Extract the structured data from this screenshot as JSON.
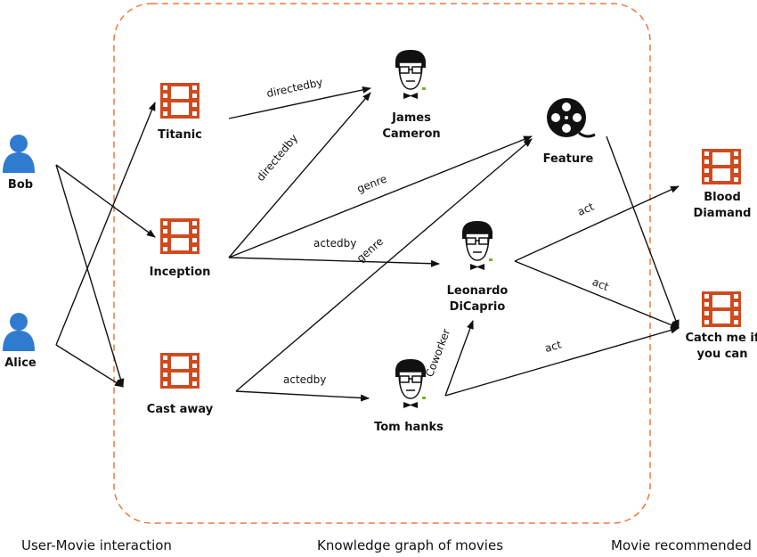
{
  "users": [
    "Bob",
    "Alice"
  ],
  "movies": [
    "Titanic",
    "Inception",
    "Cast away"
  ],
  "people": {
    "james": "James\nCameron",
    "leo": "Leonardo\nDiCaprio",
    "tom": "Tom hanks"
  },
  "genre": "Feature",
  "recommended": [
    "Blood\nDiamand",
    "Catch me if\nyou can"
  ],
  "edges": {
    "directedby_1": "directedby",
    "directedby_2": "directedby",
    "genre_1": "genre",
    "genre_2": "genre",
    "actedby_1": "actedby",
    "actedby_2": "actedby",
    "coworker": "Coworker",
    "act_1": "act",
    "act_2": "act",
    "act_3": "act"
  },
  "sections": {
    "left": "User-Movie interaction",
    "middle": "Knowledge graph of movies",
    "right": "Movie recommended"
  },
  "colors": {
    "film": "#D04A1E",
    "user": "#2F7BD0",
    "border": "#E87B3A",
    "line": "#111111"
  }
}
